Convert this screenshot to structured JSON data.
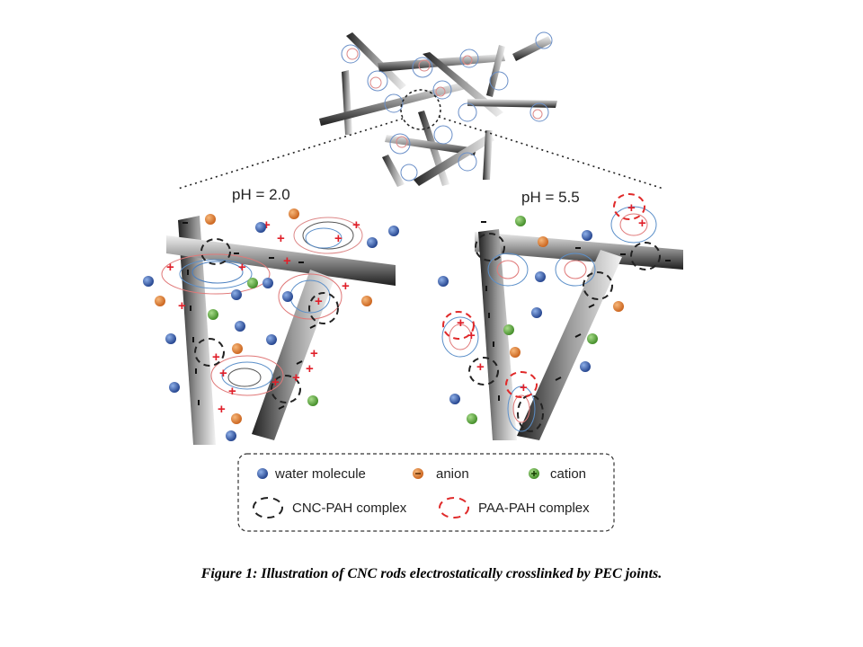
{
  "panels": {
    "left_ph": "pH = 2.0",
    "right_ph": "pH = 5.5"
  },
  "legend": {
    "water": "water molecule",
    "anion": "anion",
    "cation": "cation",
    "cnc_pah": "CNC-PAH complex",
    "paa_pah": "PAA-PAH complex"
  },
  "caption": "Figure 1: Illustration of CNC rods electrostatically crosslinked by PEC joints.",
  "colors": {
    "water": "#2b4d9c",
    "anion": "#e07b2a",
    "cation": "#5aa83a",
    "cnc_pah_ring": "#222222",
    "paa_pah_ring": "#e02a2a",
    "plus": "#e0202a",
    "polymer_blue": "#5b8fc9",
    "polymer_red": "#e07878"
  }
}
